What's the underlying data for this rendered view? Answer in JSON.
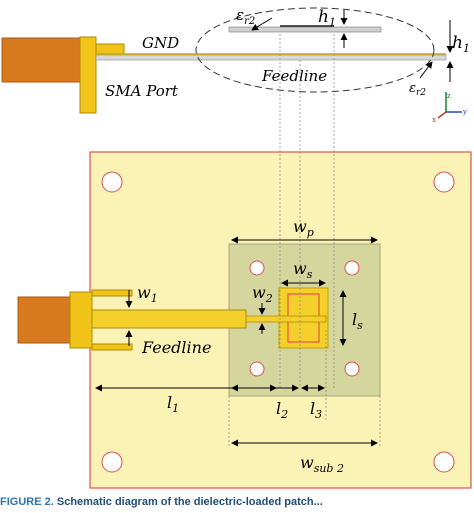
{
  "colors": {
    "substrate": "#fbf2b5",
    "board_edge": "#e05050",
    "patch_substrate": "#cfd29a",
    "connector_orange": "#d77a1f",
    "connector_gold": "#f0c419",
    "feed_yellow": "#f4d02a",
    "ground_plate": "#cfcfcf",
    "slot_red": "#e04040"
  },
  "side_view": {
    "gnd_label": "GND",
    "sma_label": "SMA Port",
    "feedline_label": "Feedline",
    "er2_label": "ε",
    "er2_sub": "r2",
    "h1_inner_label": "h",
    "h1_inner_sub": "1",
    "h1_right_label": "h",
    "h1_right_sub": "1",
    "er2_right_label": "ε",
    "er2_right_sub": "r2",
    "axis_z": "z",
    "axis_x": "x",
    "axis_y": "y"
  },
  "top_view": {
    "feedline_label": "Feedline",
    "w1": {
      "main": "w",
      "sub": "1"
    },
    "w2": {
      "main": "w",
      "sub": "2"
    },
    "wp": {
      "main": "w",
      "sub": "p"
    },
    "ws": {
      "main": "w",
      "sub": "s"
    },
    "ls": {
      "main": "l",
      "sub": "s"
    },
    "l1": {
      "main": "l",
      "sub": "1"
    },
    "l2": {
      "main": "l",
      "sub": "2"
    },
    "l3": {
      "main": "l",
      "sub": "3"
    },
    "wsub2": {
      "main": "w",
      "sub": "sub 2"
    }
  },
  "caption": {
    "figure": "FIGURE 2.",
    "text": "Schematic diagram of the dielectric-loaded patch..."
  }
}
